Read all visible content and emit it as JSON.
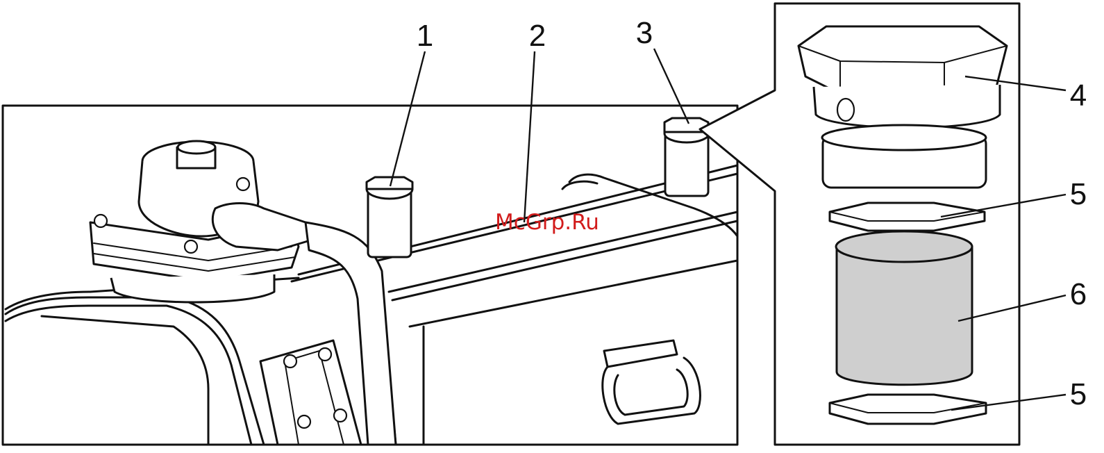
{
  "figure": {
    "callouts": [
      {
        "id": "1",
        "label": "1"
      },
      {
        "id": "2",
        "label": "2"
      },
      {
        "id": "3",
        "label": "3"
      },
      {
        "id": "4",
        "label": "4"
      },
      {
        "id": "5a",
        "label": "5"
      },
      {
        "id": "6",
        "label": "6"
      },
      {
        "id": "5b",
        "label": "5"
      }
    ],
    "watermark": "McGrp.Ru",
    "colors": {
      "line": "#111111",
      "filter_fill": "#cfcfcf",
      "watermark": "#d21c1c",
      "background": "#ffffff"
    }
  }
}
